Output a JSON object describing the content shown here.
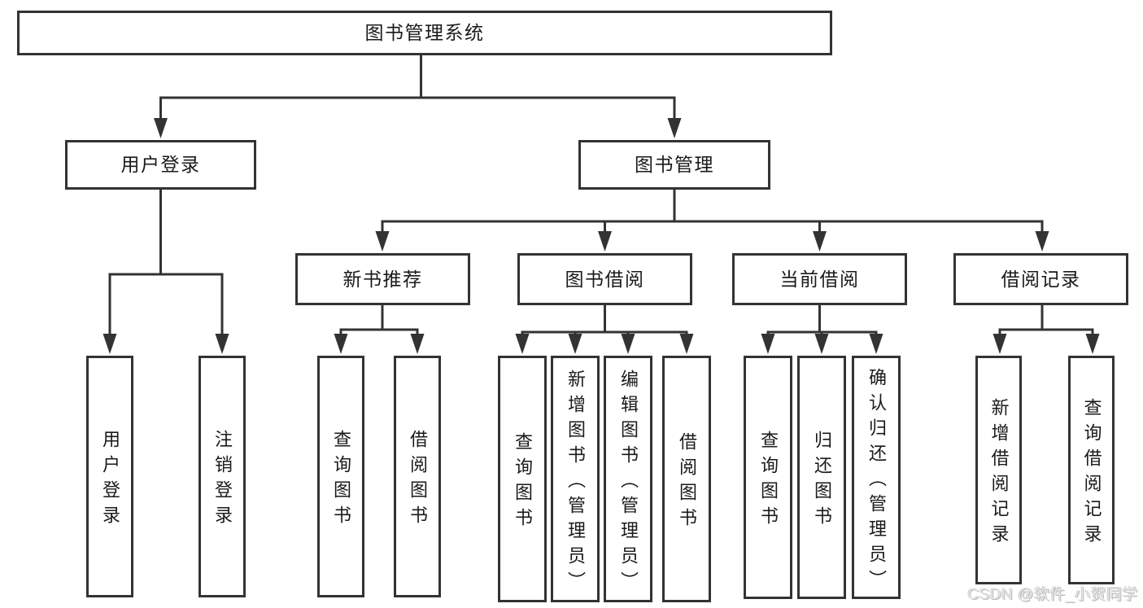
{
  "diagram": {
    "type": "tree-function-structure",
    "colors": {
      "line": "#333333",
      "box_border": "#333333",
      "box_bg": "#ffffff",
      "text": "#1a1a1a",
      "watermark": "#e6e6e6"
    },
    "watermark": "CSDN @软件_小贺同学",
    "nodes": {
      "root": {
        "label": "图书管理系统"
      },
      "l2": [
        {
          "label": "用户登录",
          "parent": "图书管理系统"
        },
        {
          "label": "图书管理",
          "parent": "图书管理系统"
        }
      ],
      "l3": [
        {
          "label": "新书推荐",
          "parent": "图书管理"
        },
        {
          "label": "图书借阅",
          "parent": "图书管理"
        },
        {
          "label": "当前借阅",
          "parent": "图书管理"
        },
        {
          "label": "借阅记录",
          "parent": "图书管理"
        }
      ],
      "leaves": [
        {
          "label": "用户登录",
          "parent": "用户登录"
        },
        {
          "label": "注销登录",
          "parent": "用户登录"
        },
        {
          "label": "查询图书",
          "parent": "新书推荐"
        },
        {
          "label": "借阅图书",
          "parent": "新书推荐"
        },
        {
          "label": "查询图书",
          "parent": "图书借阅"
        },
        {
          "label": "新增图书（管理员）",
          "parent": "图书借阅"
        },
        {
          "label": "编辑图书（管理员）",
          "parent": "图书借阅"
        },
        {
          "label": "借阅图书",
          "parent": "图书借阅"
        },
        {
          "label": "查询图书",
          "parent": "当前借阅"
        },
        {
          "label": "归还图书",
          "parent": "当前借阅"
        },
        {
          "label": "确认归还（管理员）",
          "parent": "当前借阅"
        },
        {
          "label": "新增借阅记录",
          "parent": "借阅记录"
        },
        {
          "label": "查询借阅记录",
          "parent": "借阅记录"
        }
      ]
    }
  }
}
